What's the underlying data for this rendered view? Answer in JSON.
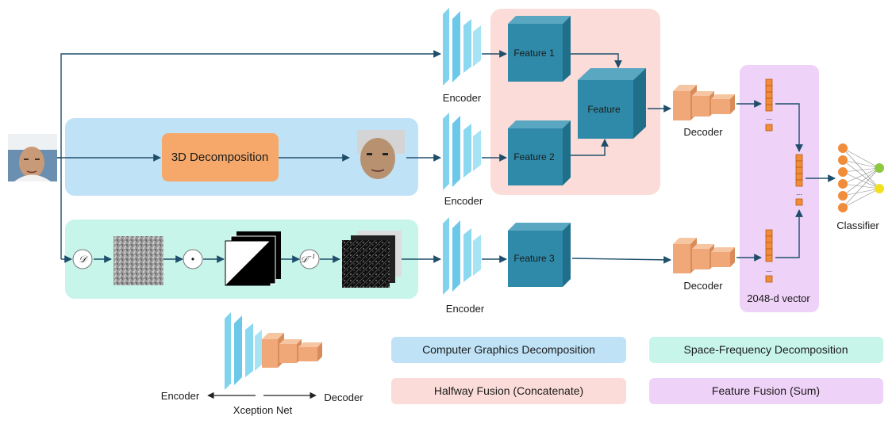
{
  "labels": {
    "encoder_top": "Encoder",
    "encoder_mid": "Encoder",
    "encoder_bot": "Encoder",
    "feature1": "Feature 1",
    "feature2": "Feature 2",
    "feature3": "Feature 3",
    "feature": "Feature",
    "decoder_top": "Decoder",
    "decoder_bot": "Decoder",
    "decomposition3d": "3D Decomposition",
    "vector": "2048-d vector",
    "classifier": "Classifier",
    "xception_encoder": "Encoder",
    "xception_decoder": "Decoder",
    "xception_net": "Xception Net",
    "op_D": "𝒟",
    "op_dot": "•",
    "op_Dinv": "𝒟",
    "op_Dinv_sup": "−1",
    "vec_dots_top": "...",
    "vec_dots_mid": "...",
    "vec_dots_bot": "..."
  },
  "legend": {
    "cg": "Computer Graphics Decomposition",
    "sf": "Space-Frequency Decomposition",
    "hf": "Halfway Fusion (Concatenate)",
    "ff": "Feature Fusion (Sum)"
  },
  "colors": {
    "cg_bg": "#c0e2f7",
    "sf_bg": "#c8f5ea",
    "hf_bg": "#fbdcd8",
    "ff_bg": "#efd2f7",
    "encoder": "#7fd3ec",
    "feature": "#2e8aa8",
    "decoder": "#f0a878",
    "decomp": "#f5a86a",
    "arrow": "#1f4e6b",
    "node_orange": "#f08c3a",
    "node_green": "#8cc840",
    "node_yellow": "#f0e020"
  }
}
